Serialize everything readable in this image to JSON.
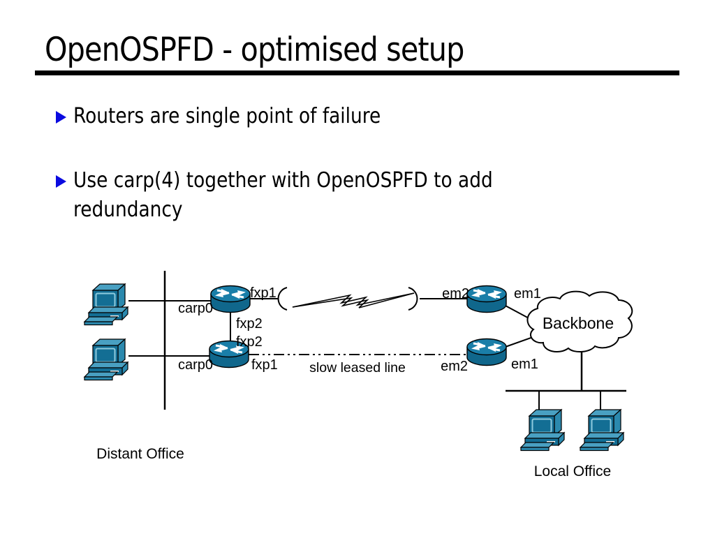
{
  "slide": {
    "title": "OpenOSPFD - optimised setup",
    "bullets": [
      {
        "lines": [
          "Routers are single point of failure"
        ]
      },
      {
        "lines": [
          "Use carp(4) together with OpenOSPFD to add",
          "redundancy"
        ]
      }
    ],
    "bullet_marker_color": "#0b0be0"
  },
  "diagram": {
    "labels": {
      "carp0_top": "carp0",
      "fxp1_top": "fxp1",
      "fxp2_upper": "fxp2",
      "fxp2_lower": "fxp2",
      "carp0_bottom": "carp0",
      "fxp1_bottom": "fxp1",
      "em2_top": "em2",
      "em1_top": "em1",
      "em2_bottom": "em2",
      "em1_bottom": "em1",
      "backbone": "Backbone",
      "slow_leased_line": "slow leased line",
      "distant_office": "Distant Office",
      "local_office": "Local Office"
    },
    "colors": {
      "device_dark": "#136e94",
      "device_top": "#1a7ea8",
      "device_light": "#49a0c2",
      "device_mid": "#2b89ae",
      "line": "#000000",
      "cloud_fill": "#ffffff"
    }
  }
}
